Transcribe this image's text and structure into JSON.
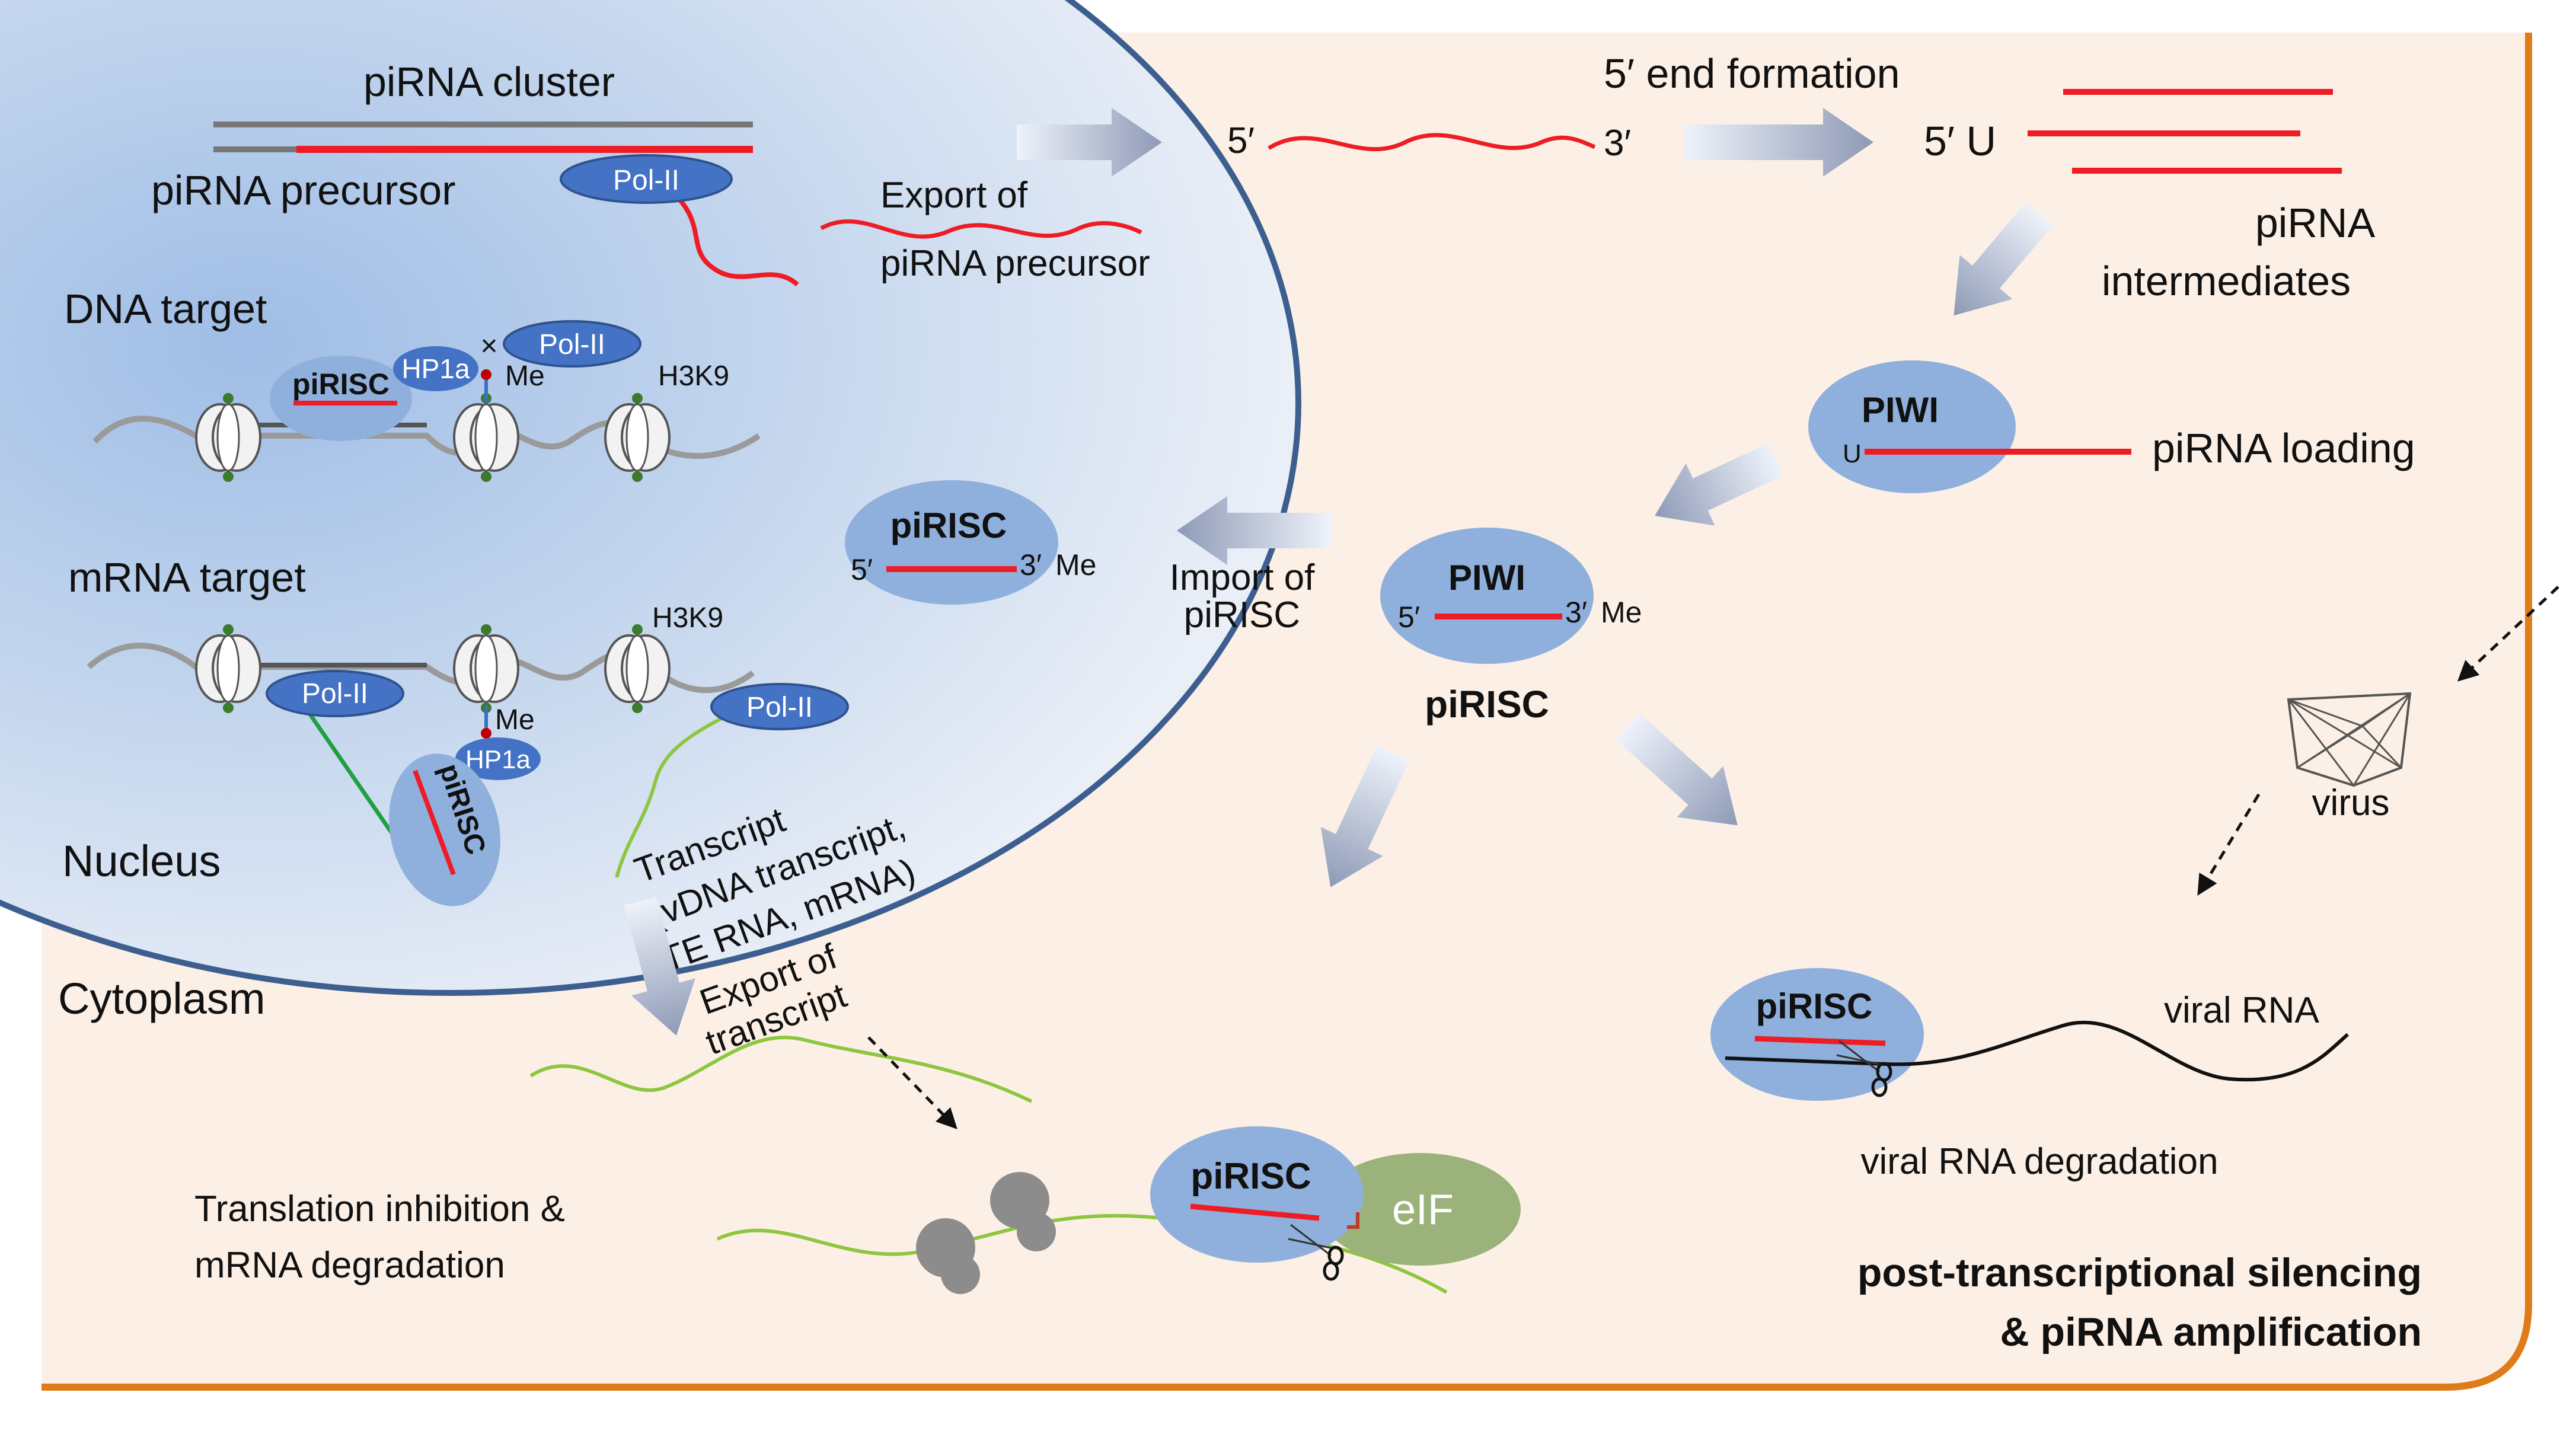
{
  "nucleus": {
    "label": "Nucleus",
    "cluster_label": "piRNA cluster",
    "precursor_label": "piRNA precursor",
    "pol2": "Pol-II",
    "export_precursor": [
      "Export of",
      "piRNA precursor"
    ],
    "dna_target": {
      "label": "DNA target",
      "pirisc": "piRISC",
      "hp1a": "HP1a",
      "cross": "×",
      "pol2": "Pol-II",
      "me": "Me",
      "h3k9": "H3K9"
    },
    "mrna_target": {
      "label": "mRNA target",
      "pol2_left": "Pol-II",
      "pol2_right": "Pol-II",
      "me": "Me",
      "hp1a": "HP1a",
      "pirisc": "piRISC",
      "h3k9": "H3K9"
    },
    "imported_pirisc": {
      "name": "piRISC",
      "five": "5′",
      "three": "3′",
      "me": "Me"
    },
    "transcript_label": [
      "Transcript",
      "(vDNA transcript,",
      "TE RNA, mRNA)"
    ]
  },
  "cytoplasm": {
    "label": "Cytoplasm",
    "precursor_five": "5′",
    "precursor_three": "3′",
    "end_formation": "5′ end formation",
    "intermediate_five": "5′ U",
    "intermediates_label": [
      "piRNA",
      "intermediates"
    ],
    "piwi_loading": {
      "name": "PIWI",
      "u": "U",
      "label": "piRNA loading"
    },
    "piwi_mature": {
      "name": "PIWI",
      "five": "5′",
      "three": "3′",
      "me": "Me",
      "label": "piRISC"
    },
    "import_label": [
      "Import of",
      "piRISC"
    ],
    "export_transcript": [
      "Export of",
      "transcript"
    ],
    "translation": {
      "label": [
        "Translation inhibition &",
        "mRNA degradation"
      ],
      "pirisc": "piRISC",
      "eif": "eIF"
    },
    "viral": {
      "virus": "virus",
      "pirisc": "piRISC",
      "rna": "viral RNA",
      "degradation": "viral RNA degradation"
    },
    "silencing_label": [
      "post-transcriptional silencing",
      "& piRNA amplification"
    ]
  },
  "colors": {
    "cytoplasm": "#fcf0e6",
    "cytoplasm_border": "#e07b1a",
    "nucleus_fill": "#bcd1ee",
    "nucleus_border": "#3d5f8f",
    "pirisc_fill": "#8fb0dc",
    "pol2_fill": "#4472c4",
    "pirna": "#ee1c24",
    "transcript": "#8dc63f",
    "eif": "#9bb27a"
  }
}
